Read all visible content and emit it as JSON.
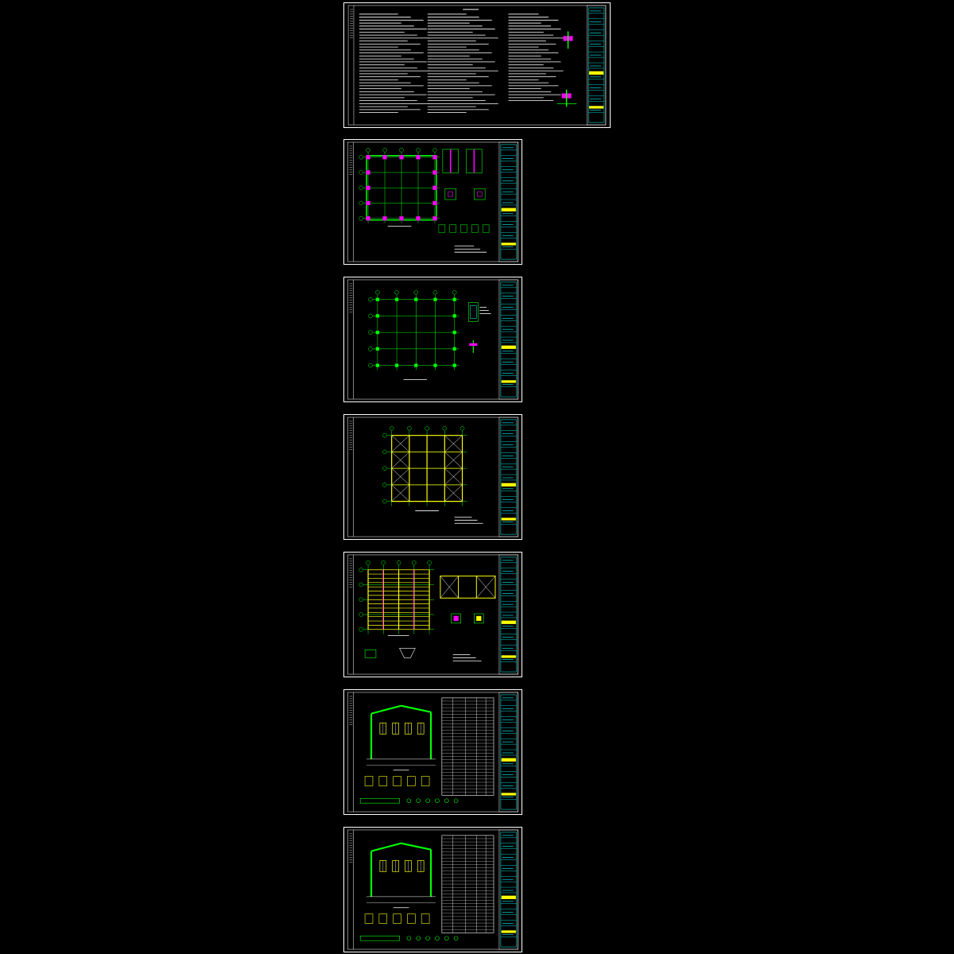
{
  "viewer": {
    "background": "#000000"
  },
  "colors": {
    "frame": "#ffffff",
    "axis": "#00ff00",
    "steel": "#ffff00",
    "detail": "#ff00ff",
    "note": "#00ffff",
    "text": "#ffffff"
  },
  "sheets": [
    {
      "kind": "general-notes"
    },
    {
      "kind": "foundation-plan"
    },
    {
      "kind": "anchor-bolt-plan"
    },
    {
      "kind": "roof-bracing-plan"
    },
    {
      "kind": "purlin-layout"
    },
    {
      "kind": "frame-elevation"
    },
    {
      "kind": "frame-elevation"
    }
  ]
}
